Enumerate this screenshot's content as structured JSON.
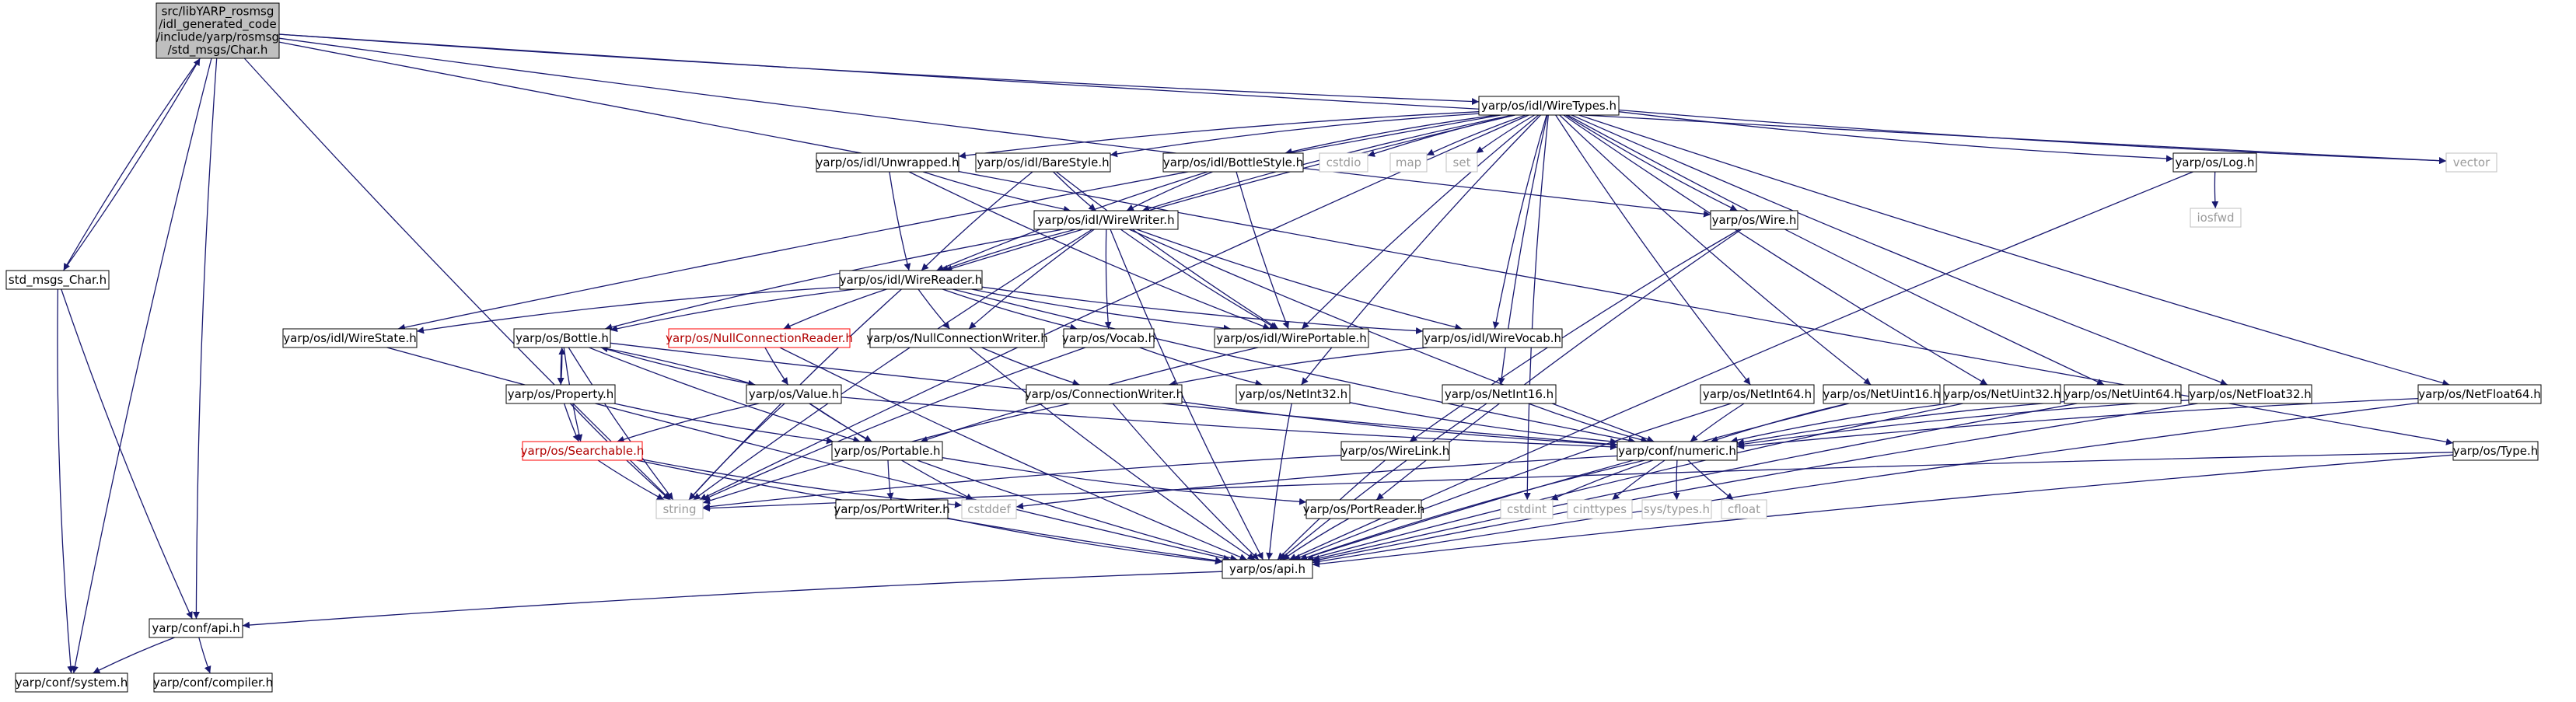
{
  "diagram": {
    "title_lines": [
      "src/libYARP_rosmsg",
      "/idl_generated_code",
      "/include/yarp/rosmsg",
      "/std_msgs/Char.h"
    ],
    "colors": {
      "edge": "#191970",
      "node_border": "#000000",
      "node_border_missing": "#bfbfbf",
      "node_border_truncated": "#ff0000",
      "node_text": "#000000",
      "node_text_missing": "#9a9a9a",
      "node_text_truncated": "#b00000",
      "root_fill": "#bfbfbf"
    },
    "nodes": [
      {
        "id": "char",
        "label": "src/libYARP_rosmsg/idl_generated_code/include/yarp/rosmsg/std_msgs/Char.h",
        "kind": "root"
      },
      {
        "id": "std_msgs_char",
        "label": "std_msgs_Char.h",
        "kind": "normal"
      },
      {
        "id": "conf_system",
        "label": "yarp/conf/system.h",
        "kind": "normal"
      },
      {
        "id": "conf_api",
        "label": "yarp/conf/api.h",
        "kind": "normal"
      },
      {
        "id": "conf_compiler",
        "label": "yarp/conf/compiler.h",
        "kind": "normal"
      },
      {
        "id": "wiretypes",
        "label": "yarp/os/idl/WireTypes.h",
        "kind": "normal"
      },
      {
        "id": "unwrapped",
        "label": "yarp/os/idl/Unwrapped.h",
        "kind": "normal"
      },
      {
        "id": "barestyle",
        "label": "yarp/os/idl/BareStyle.h",
        "kind": "normal"
      },
      {
        "id": "bottlestyle",
        "label": "yarp/os/idl/BottleStyle.h",
        "kind": "normal"
      },
      {
        "id": "cstdio",
        "label": "cstdio",
        "kind": "missing"
      },
      {
        "id": "map",
        "label": "map",
        "kind": "missing"
      },
      {
        "id": "set",
        "label": "set",
        "kind": "missing"
      },
      {
        "id": "vector",
        "label": "vector",
        "kind": "missing"
      },
      {
        "id": "log",
        "label": "yarp/os/Log.h",
        "kind": "normal"
      },
      {
        "id": "iosfwd",
        "label": "iosfwd",
        "kind": "missing"
      },
      {
        "id": "wire",
        "label": "yarp/os/Wire.h",
        "kind": "normal"
      },
      {
        "id": "wirewriter",
        "label": "yarp/os/idl/WireWriter.h",
        "kind": "normal"
      },
      {
        "id": "wirereader",
        "label": "yarp/os/idl/WireReader.h",
        "kind": "normal"
      },
      {
        "id": "wirestate",
        "label": "yarp/os/idl/WireState.h",
        "kind": "normal"
      },
      {
        "id": "bottle",
        "label": "yarp/os/Bottle.h",
        "kind": "normal"
      },
      {
        "id": "nullconnreader",
        "label": "yarp/os/NullConnectionReader.h",
        "kind": "truncated"
      },
      {
        "id": "nullconnwriter",
        "label": "yarp/os/NullConnectionWriter.h",
        "kind": "normal"
      },
      {
        "id": "vocab",
        "label": "yarp/os/Vocab.h",
        "kind": "normal"
      },
      {
        "id": "wireportable",
        "label": "yarp/os/idl/WirePortable.h",
        "kind": "normal"
      },
      {
        "id": "wirevocab",
        "label": "yarp/os/idl/WireVocab.h",
        "kind": "normal"
      },
      {
        "id": "property",
        "label": "yarp/os/Property.h",
        "kind": "normal"
      },
      {
        "id": "value",
        "label": "yarp/os/Value.h",
        "kind": "normal"
      },
      {
        "id": "searchable",
        "label": "yarp/os/Searchable.h",
        "kind": "truncated"
      },
      {
        "id": "string",
        "label": "string",
        "kind": "missing"
      },
      {
        "id": "cstddef",
        "label": "cstddef",
        "kind": "missing"
      },
      {
        "id": "portable",
        "label": "yarp/os/Portable.h",
        "kind": "normal"
      },
      {
        "id": "connwriter",
        "label": "yarp/os/ConnectionWriter.h",
        "kind": "normal"
      },
      {
        "id": "netint32",
        "label": "yarp/os/NetInt32.h",
        "kind": "normal"
      },
      {
        "id": "netint16",
        "label": "yarp/os/NetInt16.h",
        "kind": "normal"
      },
      {
        "id": "netint64",
        "label": "yarp/os/NetInt64.h",
        "kind": "normal"
      },
      {
        "id": "netuint16",
        "label": "yarp/os/NetUint16.h",
        "kind": "normal"
      },
      {
        "id": "netuint32",
        "label": "yarp/os/NetUint32.h",
        "kind": "normal"
      },
      {
        "id": "netuint64",
        "label": "yarp/os/NetUint64.h",
        "kind": "normal"
      },
      {
        "id": "netfloat32",
        "label": "yarp/os/NetFloat32.h",
        "kind": "normal"
      },
      {
        "id": "netfloat64",
        "label": "yarp/os/NetFloat64.h",
        "kind": "normal"
      },
      {
        "id": "wirelink",
        "label": "yarp/os/WireLink.h",
        "kind": "normal"
      },
      {
        "id": "numeric",
        "label": "yarp/conf/numeric.h",
        "kind": "normal"
      },
      {
        "id": "type",
        "label": "yarp/os/Type.h",
        "kind": "normal"
      },
      {
        "id": "portwriter",
        "label": "yarp/os/PortWriter.h",
        "kind": "normal"
      },
      {
        "id": "portreader",
        "label": "yarp/os/PortReader.h",
        "kind": "normal"
      },
      {
        "id": "cstdint",
        "label": "cstdint",
        "kind": "missing"
      },
      {
        "id": "cinttypes",
        "label": "cinttypes",
        "kind": "missing"
      },
      {
        "id": "systypes",
        "label": "sys/types.h",
        "kind": "missing"
      },
      {
        "id": "cfloat",
        "label": "cfloat",
        "kind": "missing"
      },
      {
        "id": "os_api",
        "label": "yarp/os/api.h",
        "kind": "normal"
      }
    ],
    "edges": [
      [
        "char",
        "std_msgs_char"
      ],
      [
        "char",
        "conf_system"
      ],
      [
        "char",
        "conf_api"
      ],
      [
        "char",
        "string"
      ],
      [
        "char",
        "wiretypes"
      ],
      [
        "char",
        "vector"
      ],
      [
        "char",
        "type"
      ],
      [
        "char",
        "wire"
      ],
      [
        "std_msgs_char",
        "char"
      ],
      [
        "std_msgs_char",
        "conf_system"
      ],
      [
        "std_msgs_char",
        "conf_api"
      ],
      [
        "conf_api",
        "conf_system"
      ],
      [
        "conf_api",
        "conf_compiler"
      ],
      [
        "wiretypes",
        "unwrapped"
      ],
      [
        "wiretypes",
        "barestyle"
      ],
      [
        "wiretypes",
        "bottlestyle"
      ],
      [
        "wiretypes",
        "cstdio"
      ],
      [
        "wiretypes",
        "map"
      ],
      [
        "wiretypes",
        "set"
      ],
      [
        "wiretypes",
        "vector"
      ],
      [
        "wiretypes",
        "log"
      ],
      [
        "wiretypes",
        "wire"
      ],
      [
        "wiretypes",
        "wirewriter"
      ],
      [
        "wiretypes",
        "wirereader"
      ],
      [
        "wiretypes",
        "wirestate"
      ],
      [
        "wiretypes",
        "wireportable"
      ],
      [
        "wiretypes",
        "wirevocab"
      ],
      [
        "wiretypes",
        "string"
      ],
      [
        "wiretypes",
        "netint16"
      ],
      [
        "wiretypes",
        "netint32"
      ],
      [
        "wiretypes",
        "netint64"
      ],
      [
        "wiretypes",
        "netuint16"
      ],
      [
        "wiretypes",
        "netuint32"
      ],
      [
        "wiretypes",
        "netuint64"
      ],
      [
        "wiretypes",
        "netfloat32"
      ],
      [
        "wiretypes",
        "netfloat64"
      ],
      [
        "wiretypes",
        "cstdint"
      ],
      [
        "unwrapped",
        "wirewriter"
      ],
      [
        "unwrapped",
        "wirereader"
      ],
      [
        "unwrapped",
        "wireportable"
      ],
      [
        "barestyle",
        "wirewriter"
      ],
      [
        "barestyle",
        "wirereader"
      ],
      [
        "barestyle",
        "wireportable"
      ],
      [
        "bottlestyle",
        "wirewriter"
      ],
      [
        "bottlestyle",
        "wirereader"
      ],
      [
        "bottlestyle",
        "wireportable"
      ],
      [
        "wirewriter",
        "wirereader"
      ],
      [
        "wirewriter",
        "bottle"
      ],
      [
        "wirewriter",
        "vocab"
      ],
      [
        "wirewriter",
        "wireportable"
      ],
      [
        "wirewriter",
        "wirevocab"
      ],
      [
        "wirewriter",
        "string"
      ],
      [
        "wirewriter",
        "numeric"
      ],
      [
        "wirewriter",
        "os_api"
      ],
      [
        "wirewriter",
        "nullconnwriter"
      ],
      [
        "wirereader",
        "wirestate"
      ],
      [
        "wirereader",
        "bottle"
      ],
      [
        "wirereader",
        "nullconnreader"
      ],
      [
        "wirereader",
        "nullconnwriter"
      ],
      [
        "wirereader",
        "vocab"
      ],
      [
        "wirereader",
        "wireportable"
      ],
      [
        "wirereader",
        "wirevocab"
      ],
      [
        "wirereader",
        "string"
      ],
      [
        "wirereader",
        "numeric"
      ],
      [
        "wirestate",
        "os_api"
      ],
      [
        "bottle",
        "property"
      ],
      [
        "bottle",
        "value"
      ],
      [
        "bottle",
        "searchable"
      ],
      [
        "bottle",
        "portable"
      ],
      [
        "bottle",
        "string"
      ],
      [
        "bottle",
        "numeric"
      ],
      [
        "property",
        "bottle"
      ],
      [
        "property",
        "searchable"
      ],
      [
        "property",
        "portable"
      ],
      [
        "property",
        "string"
      ],
      [
        "value",
        "bottle"
      ],
      [
        "value",
        "searchable"
      ],
      [
        "value",
        "portable"
      ],
      [
        "value",
        "string"
      ],
      [
        "value",
        "cstddef"
      ],
      [
        "value",
        "numeric"
      ],
      [
        "searchable",
        "string"
      ],
      [
        "searchable",
        "cstddef"
      ],
      [
        "searchable",
        "os_api"
      ],
      [
        "nullconnreader",
        "value"
      ],
      [
        "nullconnreader",
        "os_api"
      ],
      [
        "nullconnwriter",
        "connwriter"
      ],
      [
        "nullconnwriter",
        "os_api"
      ],
      [
        "vocab",
        "string"
      ],
      [
        "vocab",
        "netint32"
      ],
      [
        "wireportable",
        "portable"
      ],
      [
        "wirevocab",
        "connwriter"
      ],
      [
        "portable",
        "portwriter"
      ],
      [
        "portable",
        "portreader"
      ],
      [
        "portable",
        "os_api"
      ],
      [
        "connwriter",
        "string"
      ],
      [
        "connwriter",
        "numeric"
      ],
      [
        "connwriter",
        "os_api"
      ],
      [
        "netint32",
        "numeric"
      ],
      [
        "netint32",
        "os_api"
      ],
      [
        "netint16",
        "numeric"
      ],
      [
        "netint16",
        "os_api"
      ],
      [
        "netint64",
        "numeric"
      ],
      [
        "netint64",
        "os_api"
      ],
      [
        "netuint16",
        "numeric"
      ],
      [
        "netuint16",
        "os_api"
      ],
      [
        "netuint32",
        "numeric"
      ],
      [
        "netuint32",
        "os_api"
      ],
      [
        "netuint64",
        "numeric"
      ],
      [
        "netuint64",
        "os_api"
      ],
      [
        "netfloat32",
        "numeric"
      ],
      [
        "netfloat32",
        "os_api"
      ],
      [
        "netfloat64",
        "numeric"
      ],
      [
        "netfloat64",
        "os_api"
      ],
      [
        "wire",
        "wirelink"
      ],
      [
        "wire",
        "portreader"
      ],
      [
        "wirelink",
        "string"
      ],
      [
        "wirelink",
        "os_api"
      ],
      [
        "log",
        "iosfwd"
      ],
      [
        "log",
        "os_api"
      ],
      [
        "type",
        "string"
      ],
      [
        "type",
        "os_api"
      ],
      [
        "numeric",
        "cstddef"
      ],
      [
        "numeric",
        "cstdint"
      ],
      [
        "numeric",
        "cinttypes"
      ],
      [
        "numeric",
        "systypes"
      ],
      [
        "numeric",
        "cfloat"
      ],
      [
        "numeric",
        "os_api"
      ],
      [
        "portwriter",
        "os_api"
      ],
      [
        "portreader",
        "os_api"
      ],
      [
        "os_api",
        "conf_api"
      ]
    ]
  }
}
